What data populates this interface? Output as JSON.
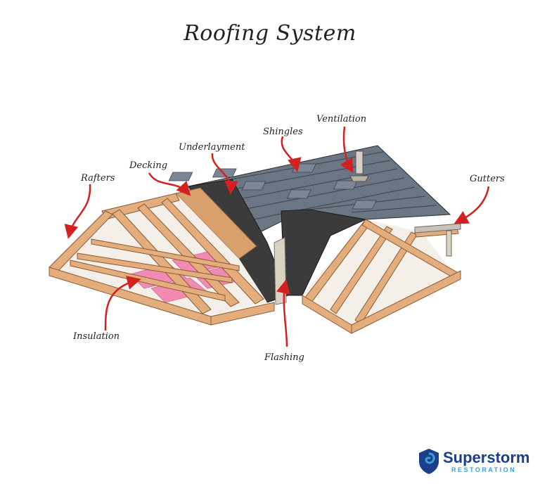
{
  "title": "Roofing System",
  "labels": {
    "rafters": "Rafters",
    "decking": "Decking",
    "underlayment": "Underlayment",
    "shingles": "Shingles",
    "ventilation": "Ventilation",
    "gutters": "Gutters",
    "insulation": "Insulation",
    "flashing": "Flashing"
  },
  "brand": {
    "name": "Superstorm",
    "tagline": "RESTORATION",
    "primary_color": "#1b3f8a",
    "accent_color": "#3aa0d8"
  },
  "colors": {
    "wood": "#e3ad7e",
    "shingle": "#5f6b78",
    "underlayment": "#3b3b3b",
    "insulation": "#f28bb3",
    "arrow": "#d42020"
  }
}
